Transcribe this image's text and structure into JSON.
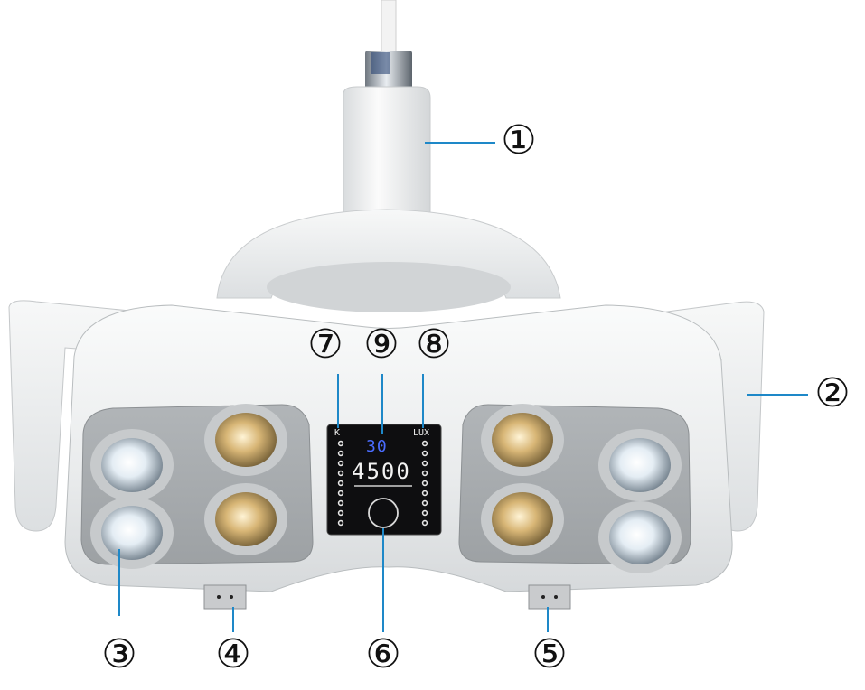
{
  "callouts": {
    "c1": "①",
    "c2": "②",
    "c3": "③",
    "c4": "④",
    "c5": "⑤",
    "c6": "⑥",
    "c7": "⑦",
    "c8": "⑧",
    "c9": "⑨"
  },
  "panel": {
    "k_label": "K",
    "lux_label": "LUX",
    "top_reading": "30",
    "main_reading": "4500"
  },
  "colors": {
    "leader_line": "#1e88c8",
    "lcd_digits": "#4a6cff",
    "panel_bg": "#0e0e10",
    "housing": "#f1f2f3",
    "lens_panel": "#a9adb0"
  }
}
